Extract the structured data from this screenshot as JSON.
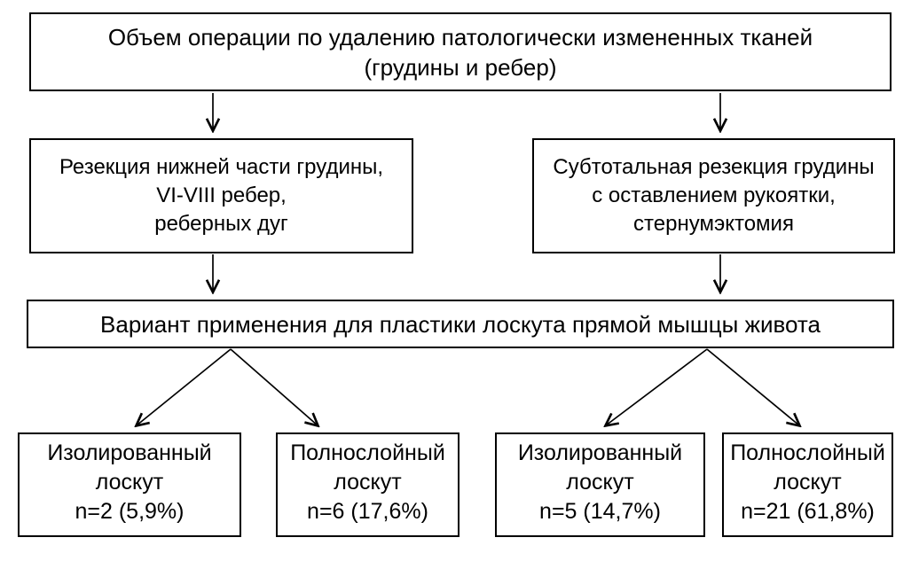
{
  "diagram": {
    "title_hint": "Схема: объем операции и варианты пластики",
    "colors": {
      "background": "#ffffff",
      "border": "#000000",
      "text": "#000000",
      "arrow": "#000000"
    },
    "nodes": {
      "root": {
        "lines": [
          "Объем операции по удалению патологически измененных тканей",
          "(грудины и ребер)"
        ]
      },
      "lower_resection": {
        "lines": [
          "Резекция нижней части грудины,",
          "VI-VIII ребер,",
          "реберных дуг"
        ]
      },
      "subtotal_resection": {
        "lines": [
          "Субтотальная резекция грудины",
          "с оставлением рукоятки,",
          "стернумэктомия"
        ]
      },
      "flap_variant": {
        "lines": [
          "Вариант применения для пластики лоскута прямой мышцы живота"
        ]
      },
      "isolated_left": {
        "lines": [
          "Изолированный",
          "лоскут",
          "n=2 (5,9%)"
        ],
        "n": 2,
        "percent": "5,9%"
      },
      "full_thickness_left": {
        "lines": [
          "Полнослойный",
          "лоскут",
          "n=6 (17,6%)"
        ],
        "n": 6,
        "percent": "17,6%"
      },
      "isolated_right": {
        "lines": [
          "Изолированный",
          "лоскут",
          "n=5 (14,7%)"
        ],
        "n": 5,
        "percent": "14,7%"
      },
      "full_thickness_right": {
        "lines": [
          "Полнослойный",
          "лоскут",
          "n=21 (61,8%)"
        ],
        "n": 21,
        "percent": "61,8%"
      }
    }
  }
}
